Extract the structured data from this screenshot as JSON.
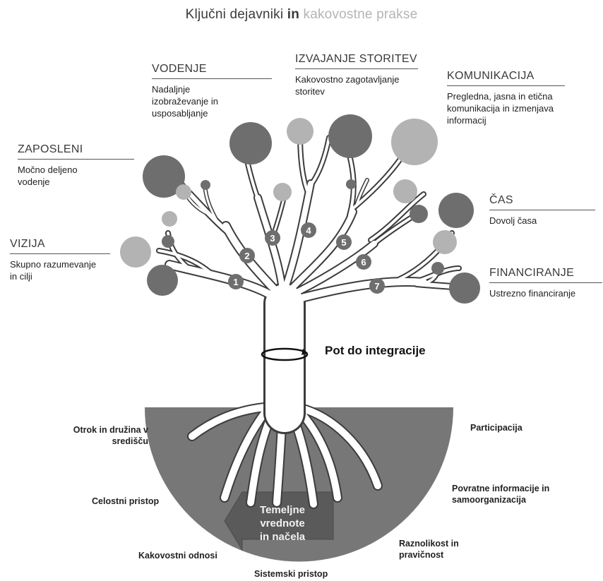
{
  "title": {
    "part1": "Ključni dejavniki",
    "part2": "in",
    "part3": "kakovostne prakse"
  },
  "categories": {
    "vodenje": {
      "heading": "VODENJE",
      "desc": "Nadaljnje izobraževanje in usposabljanje"
    },
    "izvajanje": {
      "heading": "IZVAJANJE STORITEV",
      "desc": "Kakovostno zagotavljanje storitev"
    },
    "komunikacija": {
      "heading": "KOMUNIKACIJA",
      "desc": "Pregledna, jasna in etična komunikacija in izmenjava informacij"
    },
    "zaposleni": {
      "heading": "ZAPOSLENI",
      "desc": "Močno deljeno vodenje"
    },
    "cas": {
      "heading": "ČAS",
      "desc": "Dovolj časa"
    },
    "vizija": {
      "heading": "VIZIJA",
      "desc": "Skupno razumevanje in cilji"
    },
    "financiranje": {
      "heading": "FINANCIRANJE",
      "desc": "Ustrezno financiranje"
    }
  },
  "numbers": [
    "1",
    "2",
    "3",
    "4",
    "5",
    "6",
    "7"
  ],
  "pathway": "Pot do integracije",
  "foundation": {
    "line1": "Temeljne vrednote",
    "line2": "in načela"
  },
  "roots": {
    "otrok": "Otrok in družina v središču",
    "celostni": "Celostni pristop",
    "odnosi": "Kakovostni odnosi",
    "sistemski": "Sistemski pristop",
    "raznolikost": "Raznolikost in pravičnost",
    "povratne": "Povratne informacije in samoorganizacija",
    "participacija": "Participacija"
  },
  "colors": {
    "dark": "#6e6e6e",
    "light": "#b3b3b3",
    "ground": "#777777",
    "outline": "#3c3c3c"
  }
}
